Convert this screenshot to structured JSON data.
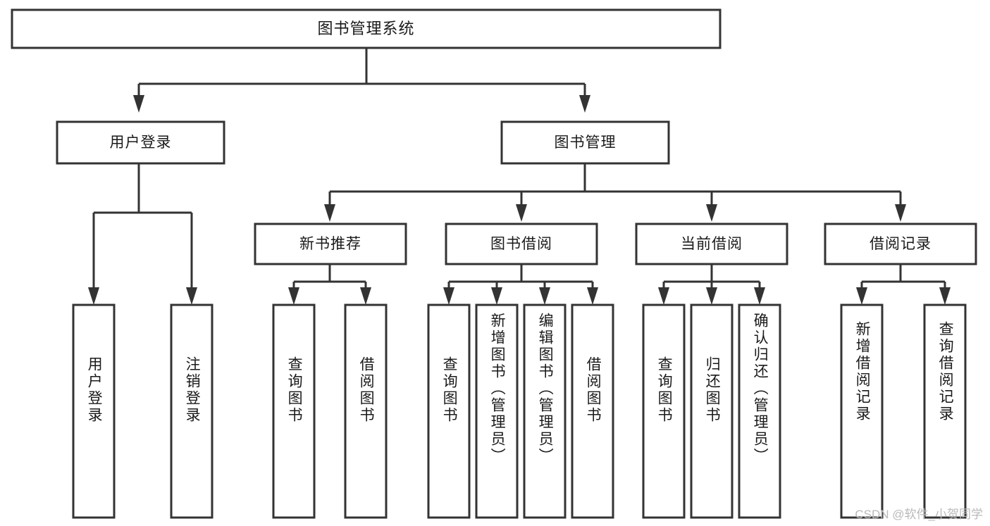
{
  "diagram": {
    "title": "图书管理系统",
    "watermark": "CSDN @软件_小贺同学",
    "colors": {
      "stroke": "#333333",
      "fill": "#ffffff",
      "text": "#1a1a1a",
      "watermark": "#b9b9b9",
      "background": "#ffffff"
    },
    "nodes": {
      "root": {
        "label": "图书管理系统"
      },
      "level2": [
        {
          "label": "用户登录"
        },
        {
          "label": "图书管理"
        }
      ],
      "level3": [
        {
          "label": "新书推荐"
        },
        {
          "label": "图书借阅"
        },
        {
          "label": "当前借阅"
        },
        {
          "label": "借阅记录"
        }
      ],
      "leaves": {
        "user_login": [
          {
            "label": "用户登录"
          },
          {
            "label": "注销登录"
          }
        ],
        "new_book_recommend": [
          {
            "label": "查询图书"
          },
          {
            "label": "借阅图书"
          }
        ],
        "book_borrow": [
          {
            "label": "查询图书"
          },
          {
            "label": "新增图书（管理员）"
          },
          {
            "label": "编辑图书（管理员）"
          },
          {
            "label": "借阅图书"
          }
        ],
        "current_borrow": [
          {
            "label": "查询图书"
          },
          {
            "label": "归还图书"
          },
          {
            "label": "确认归还（管理员）"
          }
        ],
        "borrow_record": [
          {
            "label": "新增借阅记录"
          },
          {
            "label": "查询借阅记录"
          }
        ]
      }
    }
  }
}
